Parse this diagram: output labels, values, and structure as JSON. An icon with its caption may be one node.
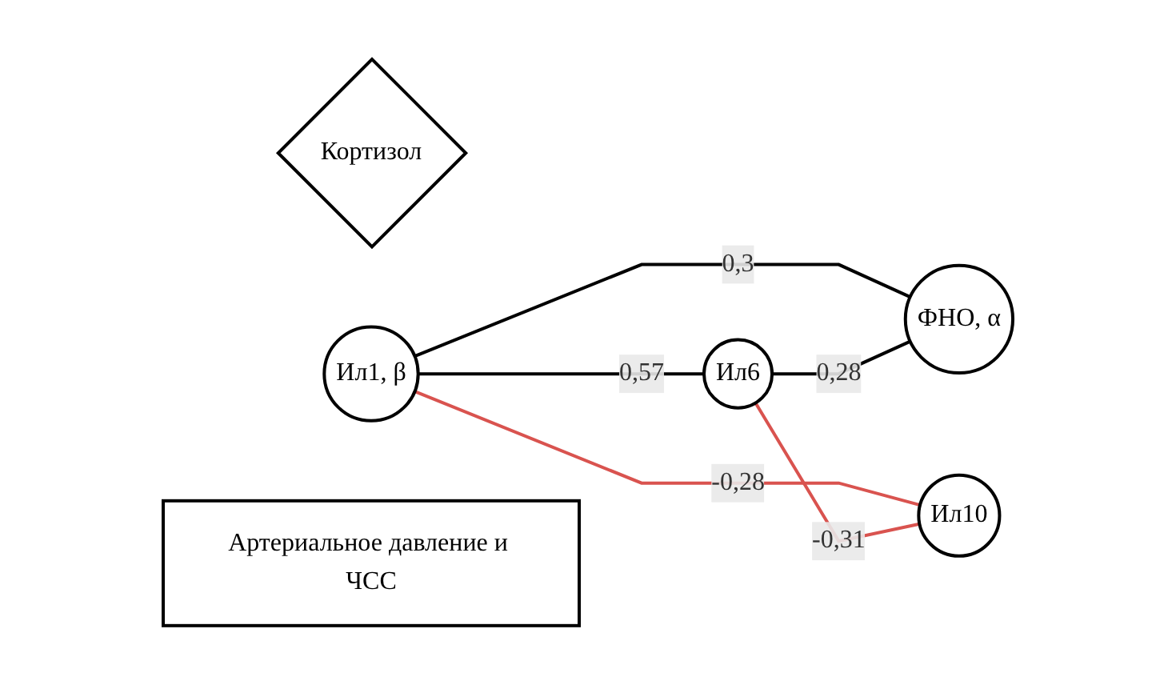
{
  "diagram": {
    "nodes": [
      {
        "text": [
          "Кортизол"
        ]
      },
      {
        "text": [
          "Ил1, β"
        ]
      },
      {
        "text": [
          "ФНО, α"
        ]
      },
      {
        "text": [
          "Ил6"
        ]
      },
      {
        "text": [
          "Ил10"
        ]
      },
      {
        "text": [
          "Артериальное давление и ЧСС"
        ]
      }
    ],
    "edges": [
      {
        "from": 1,
        "to": 2,
        "arrow": "none",
        "label": "0,3"
      },
      {
        "from": 3,
        "to": 2,
        "arrow": "none",
        "label": "0,28"
      },
      {
        "from": 1,
        "to": 4,
        "arrow": "none",
        "label": "-0,28",
        "color": "#d9534f"
      },
      {
        "from": 1,
        "to": 3,
        "arrow": "none",
        "label": "0,57"
      },
      {
        "from": 3,
        "to": 4,
        "arrow": "none",
        "label": "-0,31",
        "color": "#d9534f"
      }
    ]
  }
}
